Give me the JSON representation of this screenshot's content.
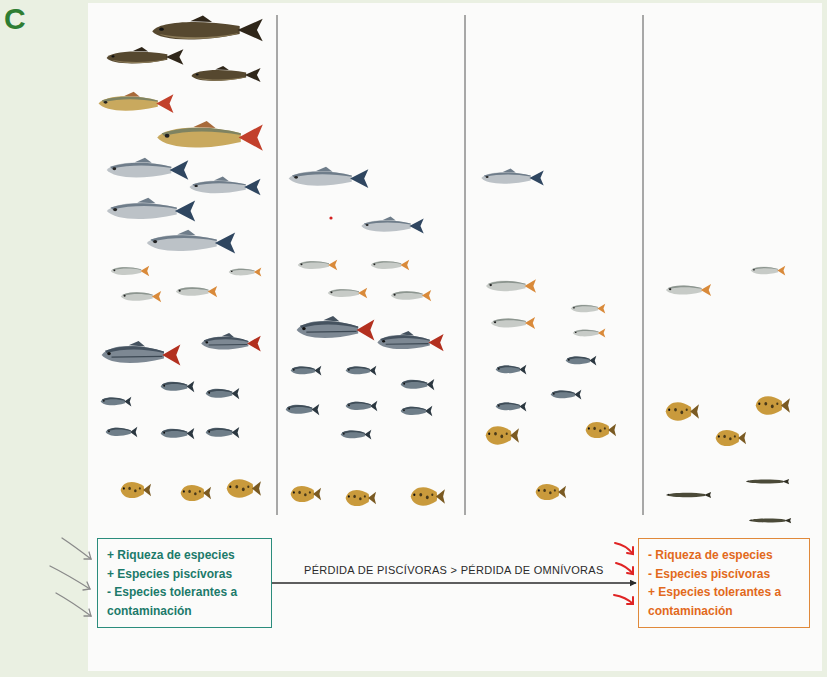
{
  "diagram": {
    "nodes": [
      {
        "text": [
          "+ Riqueza de especies",
          "+ Especies piscívoras",
          "- Especies tolerantes a contaminación"
        ]
      },
      {
        "text": [
          "- Riqueza de especies",
          "- Especies piscívoras",
          "+ Especies tolerantes a contaminación"
        ]
      }
    ],
    "edges": [
      {
        "from": 0,
        "to": 1,
        "arrow": "to",
        "label": "PÉRDIDA DE PISCÍVORAS > PÉRDIDA DE OMNÍVORAS"
      }
    ],
    "labels": [
      "C"
    ]
  }
}
